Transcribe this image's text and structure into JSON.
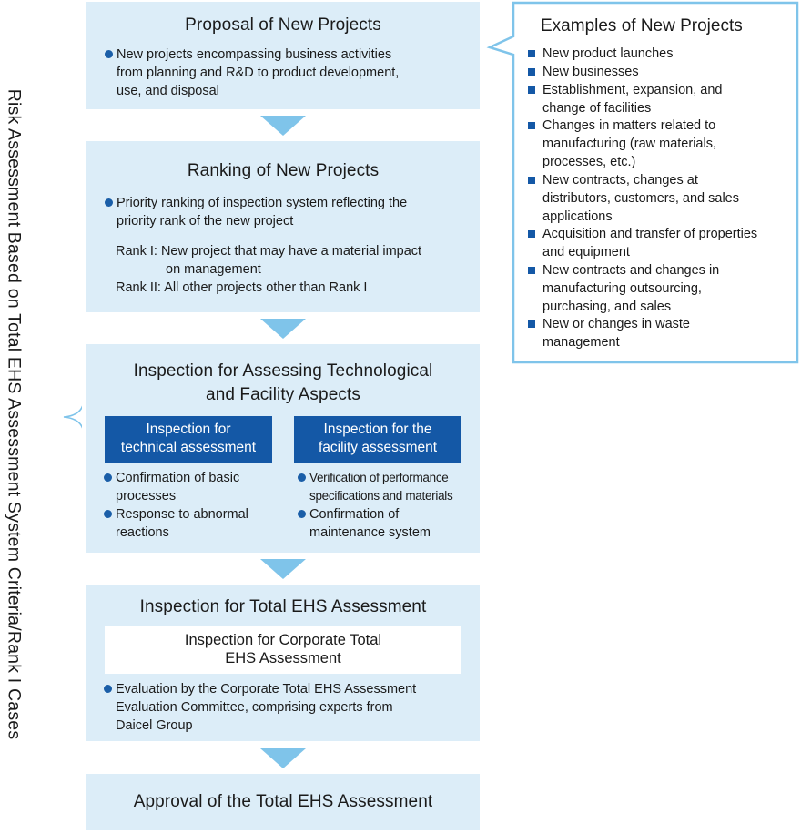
{
  "side_label": "Risk Assessment Based on Total EHS Assessment System Criteria/Rank I Cases",
  "steps": {
    "proposal": {
      "title": "Proposal of New Projects",
      "bullet_lines": [
        "New projects encompassing business activities",
        "from planning and R&D to product development,",
        "use, and disposal"
      ]
    },
    "ranking": {
      "title": "Ranking of New Projects",
      "bullet_lines": [
        "Priority ranking of inspection system reflecting the",
        "priority rank of the new project"
      ],
      "rank1_lines": [
        "Rank I: New project that may have a material impact",
        "on management"
      ],
      "rank2": "Rank II: All other projects other than Rank I"
    },
    "inspection_tech": {
      "title_lines": [
        "Inspection for Assessing Technological",
        "and Facility Aspects"
      ],
      "technical": {
        "heading_lines": [
          "Inspection for",
          "technical assessment"
        ],
        "item1_lines": [
          "Confirmation of basic",
          "processes"
        ],
        "item2_lines": [
          "Response to abnormal",
          "reactions"
        ]
      },
      "facility": {
        "heading_lines": [
          "Inspection for the",
          "facility assessment"
        ],
        "item1_lines": [
          "Verification of performance",
          "specifications and materials"
        ],
        "item2_lines": [
          "Confirmation of",
          "maintenance system"
        ]
      }
    },
    "total_ehs": {
      "title": "Inspection for Total EHS Assessment",
      "sub_lines": [
        "Inspection for Corporate Total",
        "EHS Assessment"
      ],
      "bullet_lines": [
        "Evaluation by the Corporate Total EHS Assessment",
        "Evaluation Committee, comprising experts from",
        "Daicel Group"
      ]
    },
    "approval": {
      "title": "Approval of the Total EHS Assessment"
    }
  },
  "examples": {
    "title": "Examples of New Projects",
    "items": [
      [
        "New product launches"
      ],
      [
        "New businesses"
      ],
      [
        "Establishment, expansion, and",
        "change of facilities"
      ],
      [
        "Changes in matters related to",
        "manufacturing (raw materials,",
        "processes, etc.)"
      ],
      [
        "New contracts, changes at",
        "distributors, customers, and sales",
        "applications"
      ],
      [
        "Acquisition and transfer of properties",
        "and equipment"
      ],
      [
        "New contracts and changes in",
        "manufacturing outsourcing,",
        "purchasing, and sales"
      ],
      [
        "New or changes in waste",
        "management"
      ]
    ]
  },
  "colors": {
    "box_fill": "#dcedf8",
    "arrow": "#7fc4ea",
    "accent_blue": "#1458a6",
    "callout_border": "#7fc4ea"
  }
}
